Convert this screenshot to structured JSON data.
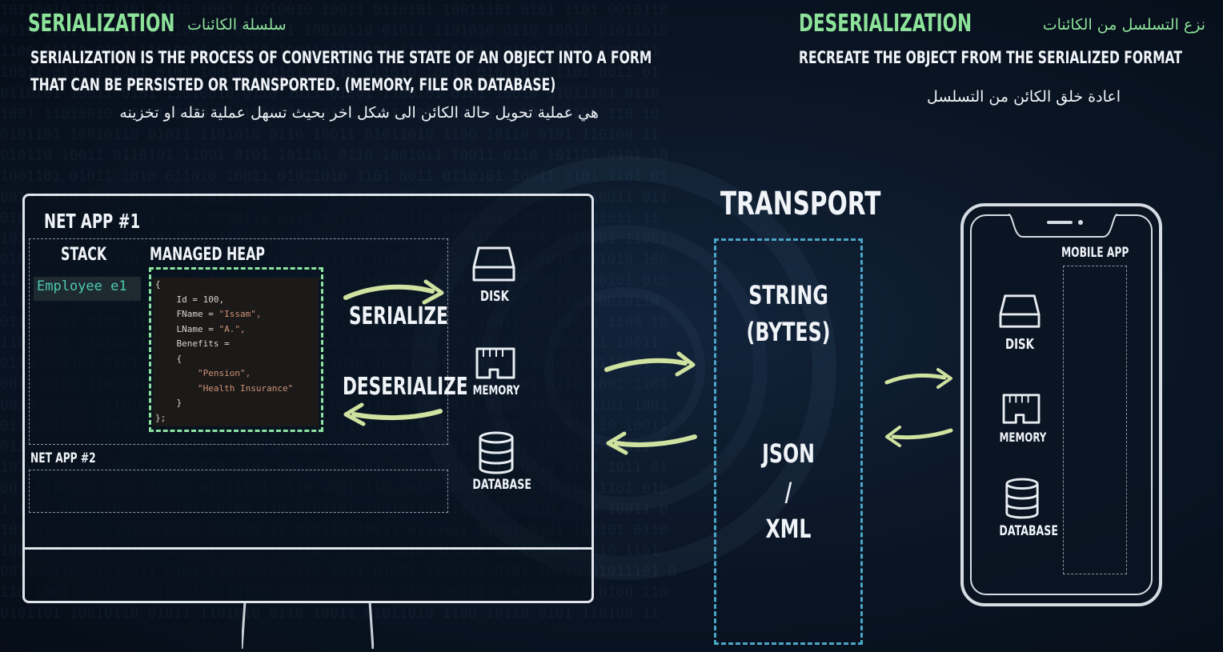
{
  "serialization": {
    "title": "SERIALIZATION",
    "title_ar": "سلسلة الكائنات",
    "line1": "SERIALIZATION IS THE PROCESS OF CONVERTING THE STATE OF AN OBJECT INTO A FORM",
    "line2": "THAT CAN BE PERSISTED OR TRANSPORTED. (MEMORY, FILE OR DATABASE)",
    "line_ar": "هي عملية تحويل حالة الكائن الى شكل اخر بحيث تسهل عملية نقله او تخزينه"
  },
  "deserialization": {
    "title": "DESERIALIZATION",
    "title_ar": "نزع التسلسل من الكائنات",
    "line1": "RECREATE THE OBJECT FROM THE SERIALIZED FORMAT",
    "line_ar": "اعادة خلق الكائن من التسلسل"
  },
  "desktop": {
    "app1_label": "NET APP #1",
    "stack_label": "STACK",
    "heap_label": "MANAGED HEAP",
    "employee": "Employee e1",
    "code_lines": [
      {
        "t": "{",
        "s": ""
      },
      {
        "t": "    Id = 100,",
        "s": ""
      },
      {
        "t": "    FName = ",
        "s": "\"Issam\","
      },
      {
        "t": "    LName = ",
        "s": "\"A.\","
      },
      {
        "t": "    Benefits =",
        "s": ""
      },
      {
        "t": "    {",
        "s": ""
      },
      {
        "t": "        ",
        "s": "\"Pension\","
      },
      {
        "t": "        ",
        "s": "\"Health Insurance\""
      },
      {
        "t": "    }",
        "s": ""
      },
      {
        "t": "};",
        "s": ""
      }
    ],
    "serialize_label": "SERIALIZE",
    "deserialize_label": "DESERIALIZE",
    "app2_label": "NET APP #2",
    "disk_label": "DISK",
    "memory_label": "MEMORY",
    "database_label": "DATABASE"
  },
  "transport": {
    "title": "TRANSPORT",
    "string_label": "STRING",
    "bytes_label": "(BYTES)",
    "json_label": "JSON",
    "slash_label": "/",
    "xml_label": "XML"
  },
  "mobile": {
    "app_label": "MOBILE APP",
    "disk_label": "DISK",
    "memory_label": "MEMORY",
    "database_label": "DATABASE"
  },
  "colors": {
    "accent_green": "#8ee39a",
    "arrow": "#cfe2a0",
    "transport_dash": "#4aa6c9"
  }
}
